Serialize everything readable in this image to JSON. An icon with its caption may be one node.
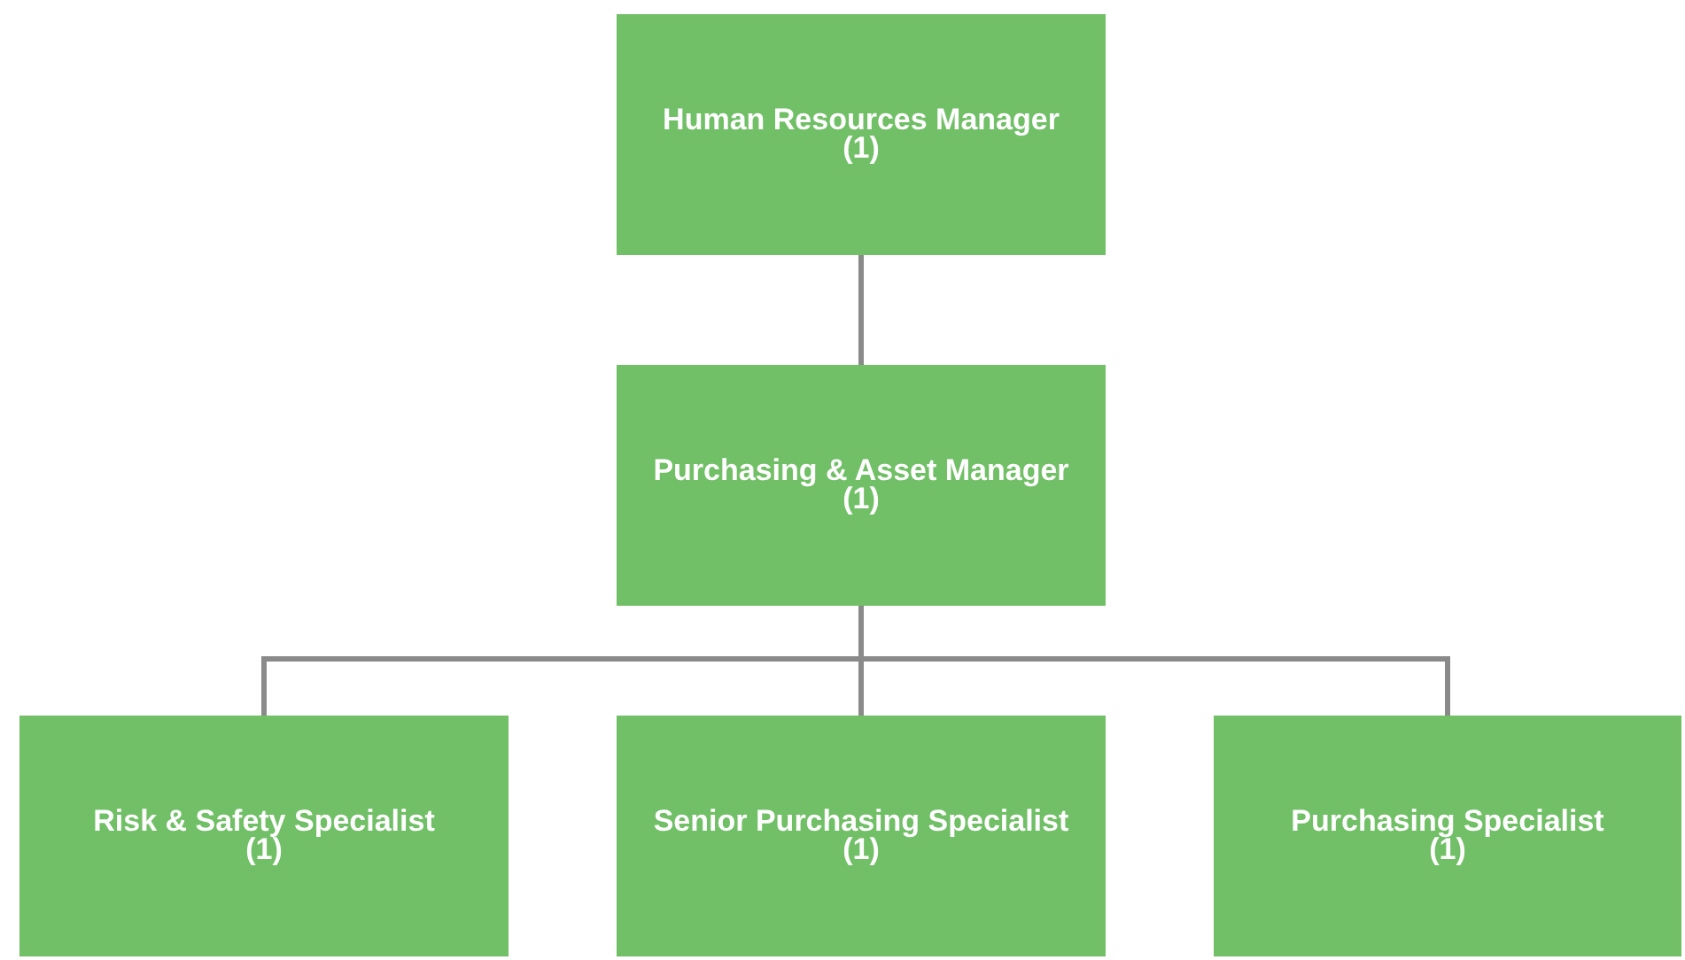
{
  "diagram": {
    "nodes": [
      {
        "text": [
          "Human Resources Manager",
          "(1)"
        ]
      },
      {
        "text": [
          "Purchasing & Asset Manager",
          "(1)"
        ]
      },
      {
        "text": [
          "Risk & Safety Specialist",
          "(1)"
        ]
      },
      {
        "text": [
          "Senior Purchasing Specialist",
          "(1)"
        ]
      },
      {
        "text": [
          "Purchasing Specialist",
          "(1)"
        ]
      }
    ],
    "edges": [
      {
        "from": 0,
        "to": 1,
        "arrow": "none"
      },
      {
        "from": 1,
        "to": 2,
        "arrow": "none"
      },
      {
        "from": 1,
        "to": 3,
        "arrow": "none"
      },
      {
        "from": 1,
        "to": 4,
        "arrow": "none"
      }
    ]
  }
}
